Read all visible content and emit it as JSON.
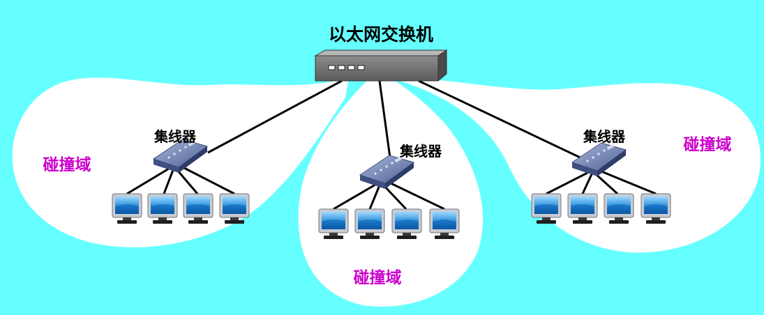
{
  "switch_label": "以太网交换机",
  "hub_label": "集线器",
  "collision_domain_label": "碰撞域",
  "colors": {
    "background": "#66FFFF",
    "blob": "#FFFFFF",
    "label_accent": "#CC00CC",
    "link": "#000000",
    "device_body": "#5A6C9C",
    "screen": "#1E88D8"
  },
  "icons": {
    "switch": "ethernet-switch-icon",
    "hub": "hub-icon",
    "computer": "monitor-icon"
  }
}
